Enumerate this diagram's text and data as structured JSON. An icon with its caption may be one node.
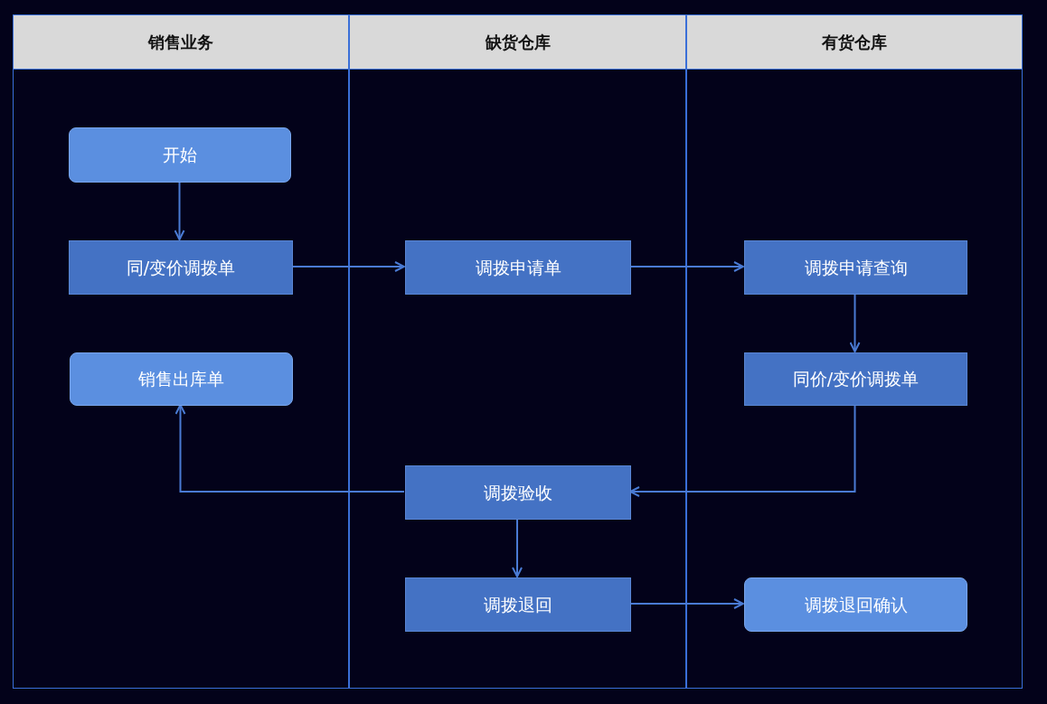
{
  "diagram": {
    "nodes": [
      {
        "text": [
          "销售业务"
        ]
      },
      {
        "text": [
          "缺货仓库"
        ]
      },
      {
        "text": [
          "有货仓库"
        ]
      },
      {
        "text": [
          "开始"
        ],
        "in": 0
      },
      {
        "text": [
          "同/变价调拨单"
        ],
        "in": 0
      },
      {
        "text": [
          "调拨申请单"
        ],
        "in": 1
      },
      {
        "text": [
          "调拨申请查询"
        ],
        "in": 2
      },
      {
        "text": [
          "销售出库单"
        ],
        "in": 0
      },
      {
        "text": [
          "同价/变价调拨单"
        ],
        "in": 2
      },
      {
        "text": [
          "调拨验收"
        ],
        "in": 1
      },
      {
        "text": [
          "调拨退回"
        ],
        "in": 1
      },
      {
        "text": [
          "调拨退回确认"
        ],
        "in": 2
      }
    ],
    "edges": [
      {
        "from": 3,
        "to": 4,
        "arrow": "to"
      },
      {
        "from": 4,
        "to": 5,
        "arrow": "to"
      },
      {
        "from": 5,
        "to": 6,
        "arrow": "to"
      },
      {
        "from": 6,
        "to": 8,
        "arrow": "to"
      },
      {
        "from": 8,
        "to": 9,
        "arrow": "to"
      },
      {
        "from": 9,
        "to": 7,
        "arrow": "to"
      },
      {
        "from": 9,
        "to": 10,
        "arrow": "to"
      },
      {
        "from": 10,
        "to": 11,
        "arrow": "to"
      }
    ]
  }
}
